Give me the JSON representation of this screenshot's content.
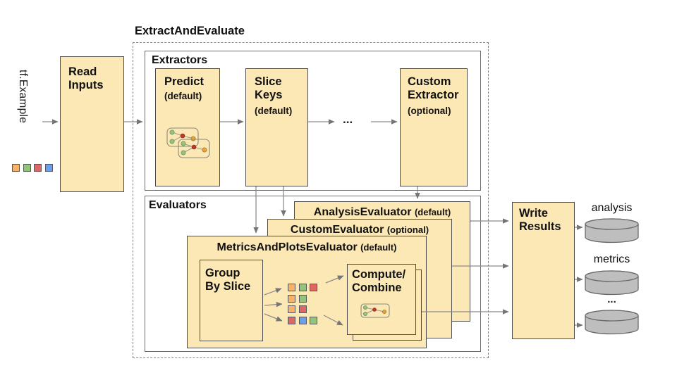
{
  "colors": {
    "box_fill": "#FCE8B5",
    "box_border": "#4c4c4c",
    "container_border": "#6b6b6b",
    "arrow": "#8a8a8a",
    "arrow_head": "#757575",
    "cylinder_fill": "#BEBEBE",
    "cylinder_stroke": "#696969",
    "icon_green": "#93C47D",
    "icon_red": "#C0392B",
    "icon_yellow": "#E8A33D",
    "squares": {
      "orange": "#F6B26B",
      "green": "#93C47D",
      "red": "#E06666",
      "blue": "#6D9EEB"
    }
  },
  "input": {
    "source_label": "tf.Example",
    "swatches": [
      "orange",
      "green",
      "red",
      "blue"
    ],
    "read_inputs_label": "Read\nInputs"
  },
  "pipeline": {
    "title": "ExtractAndEvaluate",
    "extractors": {
      "label": "Extractors",
      "predict": {
        "title": "Predict",
        "sub": "(default)"
      },
      "slice_keys": {
        "title": "Slice\nKeys",
        "sub": "(default)"
      },
      "custom": {
        "title": "Custom\nExtractor",
        "sub": "(optional)"
      },
      "ellipsis": "..."
    },
    "evaluators": {
      "label": "Evaluators",
      "analysis": {
        "title": "AnalysisEvaluator",
        "sub": "(default)"
      },
      "custom": {
        "title": "CustomEvaluator",
        "sub": "(optional)"
      },
      "metrics_plots": {
        "title": "MetricsAndPlotsEvaluator",
        "sub": "(default)"
      },
      "group_by_slice_label": "Group\nBy Slice",
      "slice_grid": [
        [
          "orange",
          "green",
          "red"
        ],
        [
          "orange",
          "green"
        ],
        [
          "orange",
          "red"
        ],
        [
          "red",
          "blue",
          "green"
        ]
      ],
      "compute_combine_label": "Compute/\nCombine"
    },
    "write_results_label": "Write\nResults"
  },
  "outputs": {
    "analysis_label": "analysis",
    "metrics_label": "metrics",
    "more_label": "..."
  }
}
